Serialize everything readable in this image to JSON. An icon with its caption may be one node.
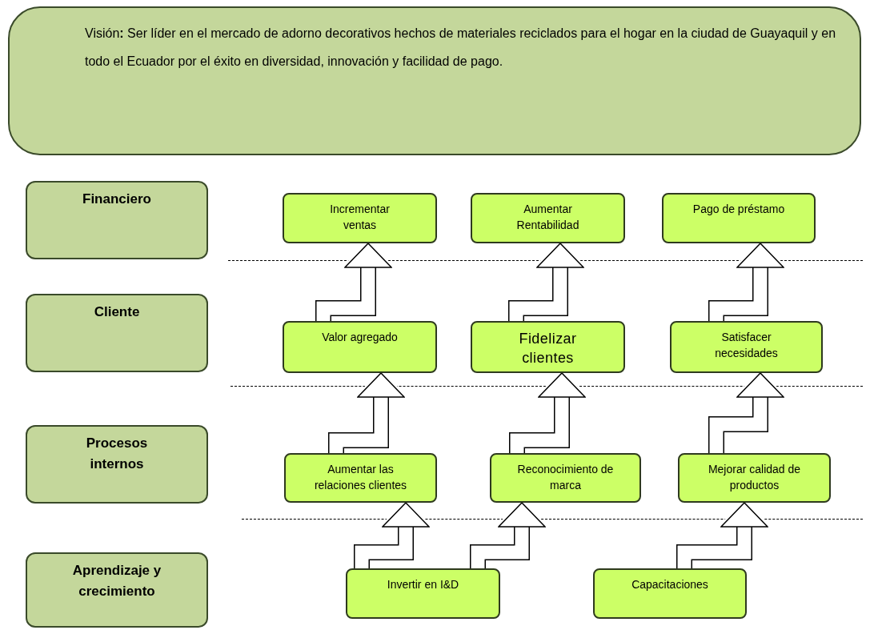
{
  "diagram": {
    "nodes": [
      {
        "text": [
          "Visión**:** Ser líder en el mercado de adorno decorativos hechos de materiales reciclados para el hogar en la ciudad de Guayaquil y en todo el Ecuador por el éxito en diversidad, innovación y facilidad de pago."
        ]
      },
      {
        "text": [
          "Financiero"
        ]
      },
      {
        "text": [
          "Cliente"
        ]
      },
      {
        "text": [
          "Procesos internos"
        ]
      },
      {
        "text": [
          "Aprendizaje y crecimiento"
        ]
      },
      {
        "text": [
          "Incrementar ventas"
        ]
      },
      {
        "text": [
          "Aumentar Rentabilidad"
        ]
      },
      {
        "text": [
          "Pago de préstamo"
        ]
      },
      {
        "text": [
          "Valor agregado"
        ]
      },
      {
        "text": [
          "Fidelizar clientes"
        ]
      },
      {
        "text": [
          "Satisfacer necesidades"
        ]
      },
      {
        "text": [
          "Aumentar las relaciones clientes"
        ]
      },
      {
        "text": [
          "Reconocimiento de marca"
        ]
      },
      {
        "text": [
          "Mejorar calidad de productos"
        ]
      },
      {
        "text": [
          "Invertir en I&D"
        ]
      },
      {
        "text": [
          "Capacitaciones"
        ]
      }
    ],
    "edges": [
      {
        "from": 8,
        "to": 5,
        "arrow": "to"
      },
      {
        "from": 9,
        "to": 6,
        "arrow": "to"
      },
      {
        "from": 10,
        "to": 7,
        "arrow": "to"
      },
      {
        "from": 11,
        "to": 8,
        "arrow": "to"
      },
      {
        "from": 12,
        "to": 9,
        "arrow": "to"
      },
      {
        "from": 13,
        "to": 10,
        "arrow": "to"
      },
      {
        "from": 14,
        "to": 11,
        "arrow": "to"
      },
      {
        "from": 14,
        "to": 12,
        "arrow": "to"
      },
      {
        "from": 15,
        "to": 13,
        "arrow": "to"
      }
    ]
  }
}
